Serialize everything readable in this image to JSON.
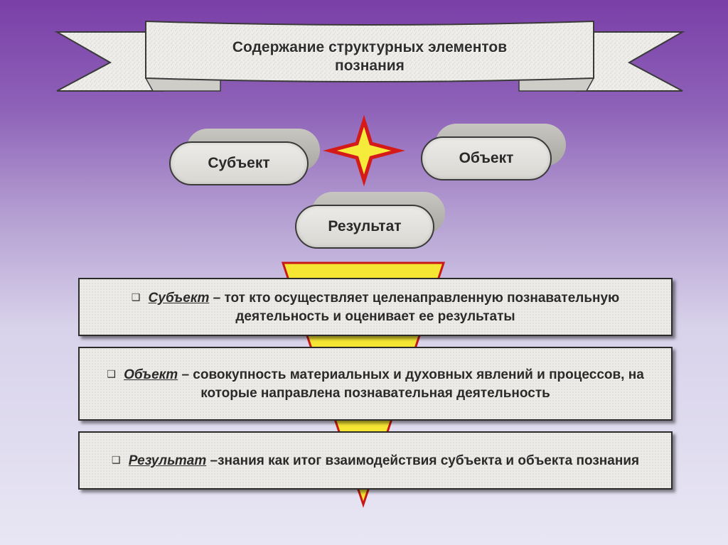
{
  "banner": {
    "title_line1": "Содержание структурных элементов",
    "title_line2": "познания"
  },
  "elements": {
    "subject": "Субъект",
    "object": "Объект",
    "result": "Результат"
  },
  "definitions": [
    {
      "bullet": "❑",
      "term": "Субъект",
      "text": " – тот кто осуществляет целенаправленную познавательную деятельность и оценивает ее результаты"
    },
    {
      "bullet": "❑",
      "term": "Объект",
      "text": " – совокупность материальных и духовных явлений и процессов, на которые направлена познавательная деятельность"
    },
    {
      "bullet": "❑",
      "term": "Результат",
      "text": " –знания как итог взаимодействия субъекта и объекта познания"
    }
  ],
  "colors": {
    "star_fill": "#f6ea3a",
    "star_stroke": "#d51a1a",
    "funnel_fill": "#f5e633",
    "funnel_stroke": "#c81818"
  }
}
